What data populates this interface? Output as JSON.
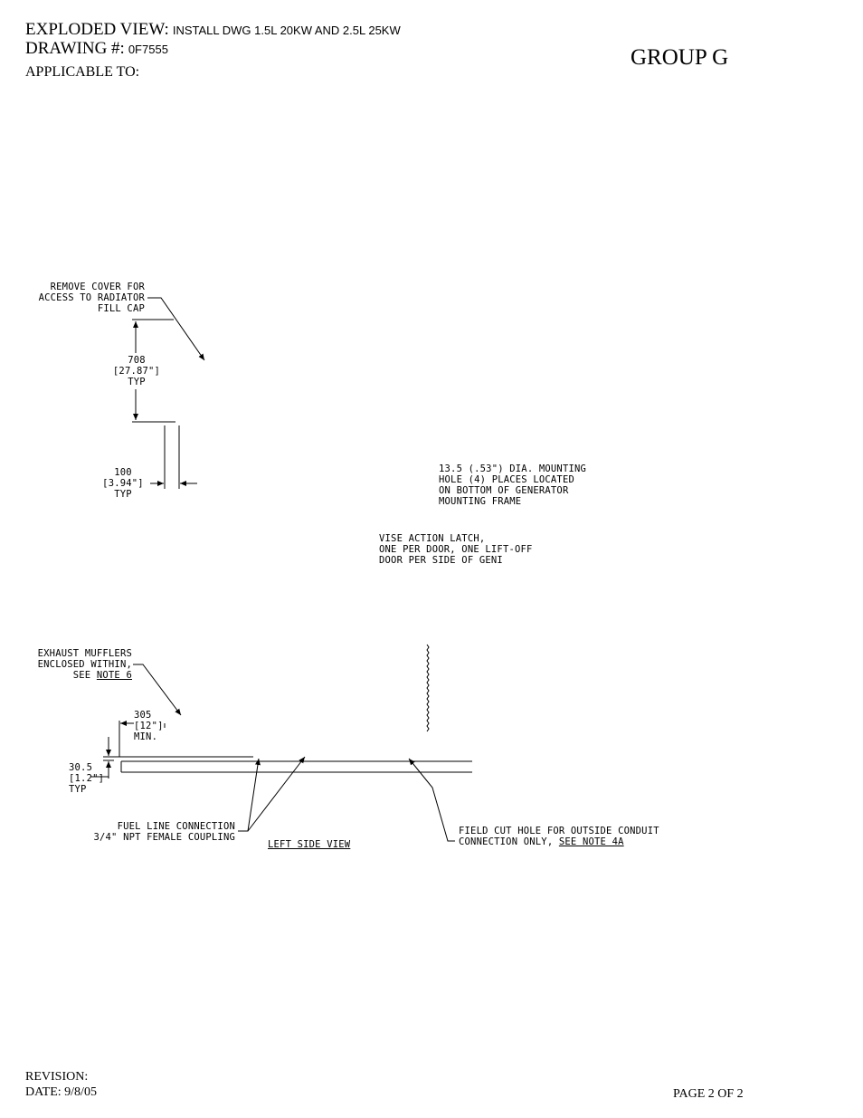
{
  "header": {
    "title_label": "EXPLODED VIEW:",
    "title_value": "INSTALL DWG 1.5L 20KW AND 2.5L 25KW",
    "drawing_label": "DRAWING #:",
    "drawing_value": "0F7555",
    "applicable_label": "APPLICABLE TO:",
    "group": "GROUP  G"
  },
  "drawing": {
    "note_radiator": [
      "REMOVE COVER FOR",
      "ACCESS TO RADIATOR",
      "FILL CAP"
    ],
    "dim_708": [
      "708",
      "[27.87\"]",
      "TYP"
    ],
    "dim_100": [
      "100",
      "[3.94\"]",
      "TYP"
    ],
    "note_mounting": [
      "13.5 (.53\") DIA. MOUNTING",
      "HOLE (4) PLACES LOCATED",
      "ON BOTTOM OF GENERATOR",
      "MOUNTING FRAME"
    ],
    "note_latch": [
      "VISE ACTION LATCH,",
      "ONE PER DOOR, ONE LIFT-OFF",
      "DOOR PER SIDE OF GENI"
    ],
    "note_exhaust": [
      "EXHAUST MUFFLERS",
      "ENCLOSED WITHIN,",
      "SEE "
    ],
    "note_exhaust_link": "NOTE 6",
    "dim_305": [
      "305",
      "[12\"]",
      "MIN."
    ],
    "dim_30_5": [
      "30.5",
      "[1.2\"]",
      "TYP"
    ],
    "note_fuel": [
      "FUEL LINE CONNECTION",
      "3/4\" NPT FEMALE COUPLING"
    ],
    "view_title": "LEFT SIDE VIEW",
    "note_conduit": [
      "FIELD CUT HOLE FOR OUTSIDE CONDUIT",
      "CONNECTION ONLY, "
    ],
    "note_conduit_link": "SEE NOTE 4A"
  },
  "footer": {
    "revision": "REVISION:",
    "date": "DATE:  9/8/05",
    "page": "PAGE  2 OF 2"
  }
}
